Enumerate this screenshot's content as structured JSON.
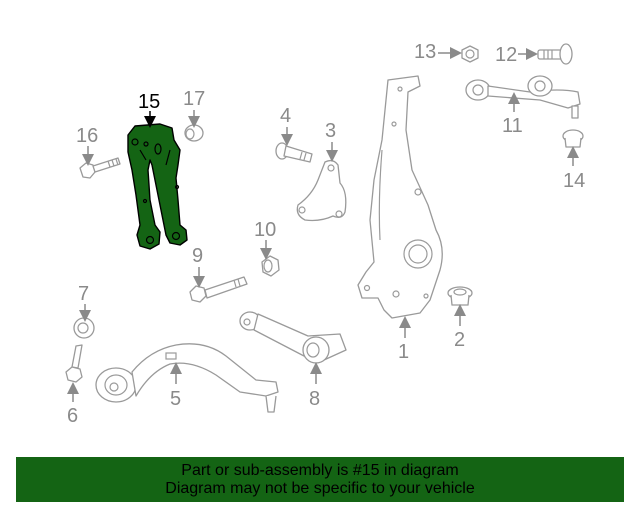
{
  "diagram": {
    "highlighted_part": "15",
    "highlight_color": "#146414",
    "callouts": [
      {
        "id": "1",
        "label": "1",
        "part": "knuckle"
      },
      {
        "id": "2",
        "label": "2",
        "part": "flange-nut"
      },
      {
        "id": "3",
        "label": "3",
        "part": "cover-plate"
      },
      {
        "id": "4",
        "label": "4",
        "part": "bolt"
      },
      {
        "id": "5",
        "label": "5",
        "part": "lower-control-arm"
      },
      {
        "id": "6",
        "label": "6",
        "part": "bolt"
      },
      {
        "id": "7",
        "label": "7",
        "part": "bushing-nut"
      },
      {
        "id": "8",
        "label": "8",
        "part": "tension-strut"
      },
      {
        "id": "9",
        "label": "9",
        "part": "bolt"
      },
      {
        "id": "10",
        "label": "10",
        "part": "nut"
      },
      {
        "id": "11",
        "label": "11",
        "part": "upper-control-arm"
      },
      {
        "id": "12",
        "label": "12",
        "part": "bolt"
      },
      {
        "id": "13",
        "label": "13",
        "part": "nut"
      },
      {
        "id": "14",
        "label": "14",
        "part": "nut"
      },
      {
        "id": "15",
        "label": "15",
        "part": "bracket"
      },
      {
        "id": "16",
        "label": "16",
        "part": "bolt"
      },
      {
        "id": "17",
        "label": "17",
        "part": "nut"
      }
    ]
  },
  "banner": {
    "line1": "Part or sub-assembly is #15 in diagram",
    "line2": "Diagram may not be specific to your vehicle",
    "background": "#146414"
  }
}
